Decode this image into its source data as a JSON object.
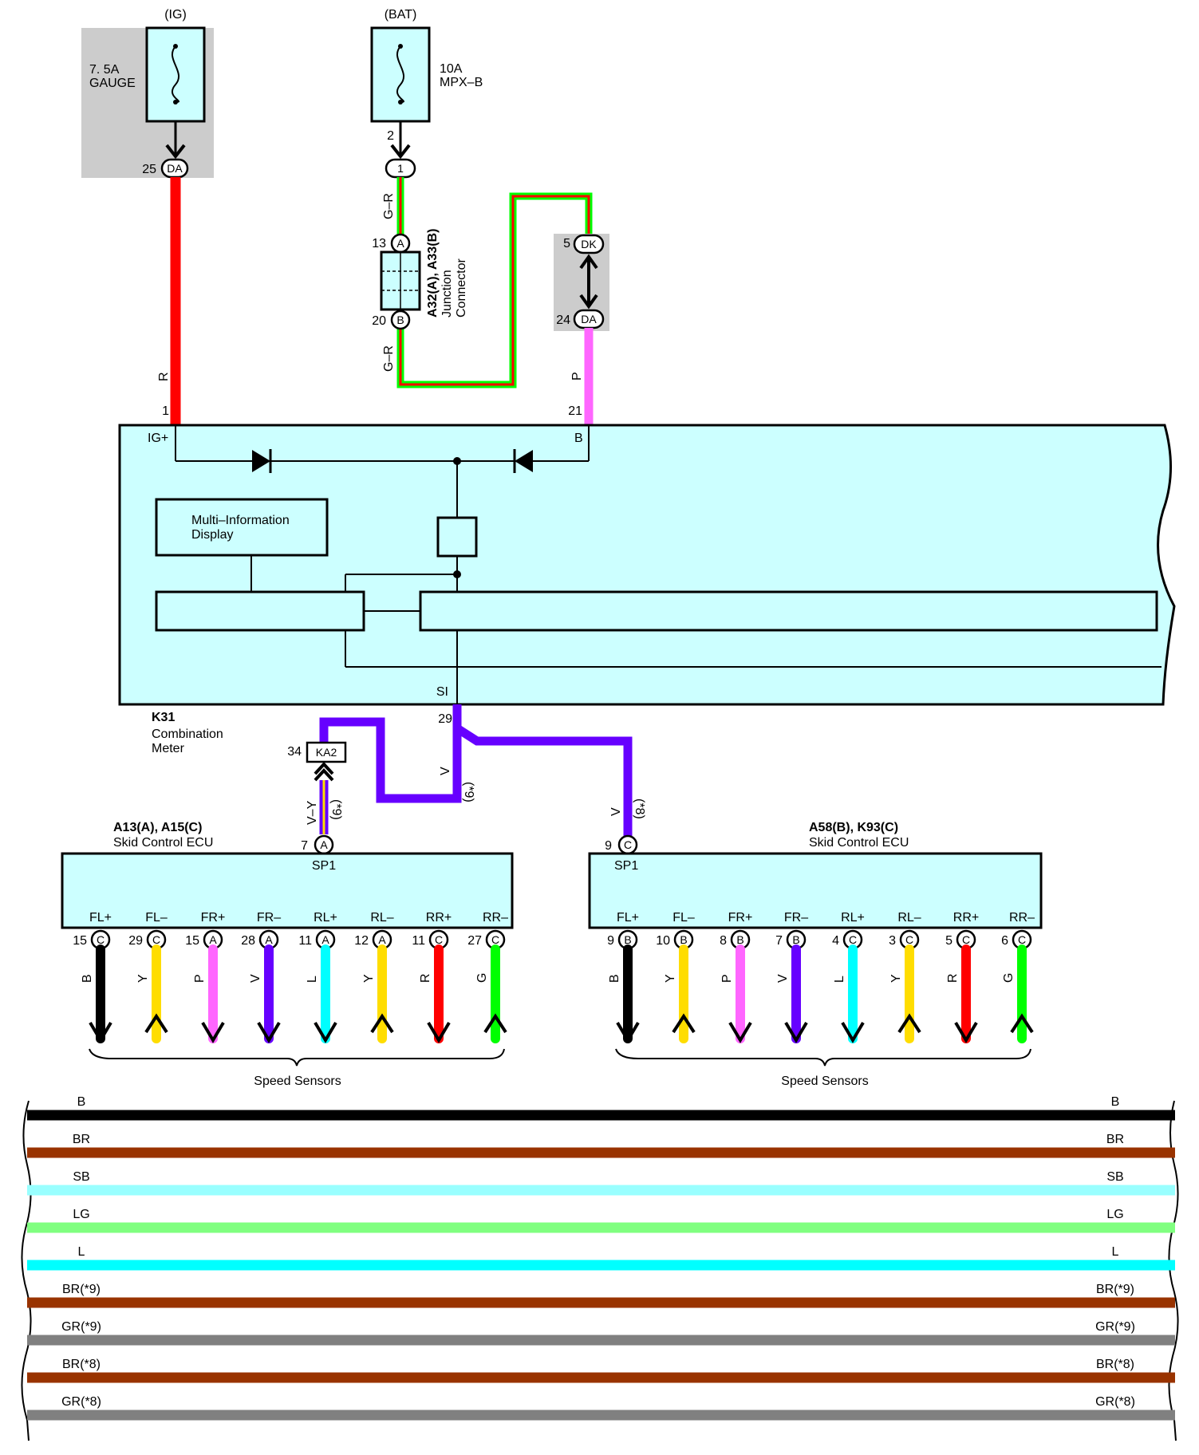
{
  "power": {
    "ig_label": "(IG)",
    "bat_label": "(BAT)",
    "fuse1_amp": "7. 5A",
    "fuse1_name": "GAUGE",
    "fuse2_amp": "10A",
    "fuse2_name": "MPX–B",
    "pin_25": "25",
    "conn_da": "DA",
    "pin_2": "2",
    "conn_1": "1",
    "wire_r": "R",
    "pin_1": "1",
    "wire_gr": "G–R"
  },
  "junction": {
    "pin_13": "13",
    "conn_a": "A",
    "pin_20": "20",
    "conn_b": "B",
    "id": "A32(A), A33(B)",
    "name1": "Junction",
    "name2": "Connector"
  },
  "dk": {
    "pin_5": "5",
    "conn_dk": "DK",
    "pin_24": "24",
    "conn_da": "DA",
    "wire_p": "P",
    "pin_21": "21"
  },
  "meter": {
    "ig_terminal": "IG+",
    "b_terminal": "B",
    "mid_line1": "Multi–Information",
    "mid_line2": "Display",
    "si_terminal": "SI",
    "pin_29": "29",
    "id": "K31",
    "name1": "Combination",
    "name2": "Meter"
  },
  "ka2": {
    "pin": "34",
    "name": "KA2",
    "wire_vy": "V–Y",
    "note_9": "(*9)",
    "wire_v": "V",
    "note_8": "(*8)"
  },
  "ecu_left": {
    "id": "A13(A), A15(C)",
    "name": "Skid Control ECU",
    "sp_pin": "7",
    "sp_conn": "A",
    "sp_label": "SP1",
    "terminals": [
      {
        "label": "FL+",
        "pin": "15",
        "conn": "C",
        "wire": "B"
      },
      {
        "label": "FL–",
        "pin": "29",
        "conn": "C",
        "wire": "Y"
      },
      {
        "label": "FR+",
        "pin": "15",
        "conn": "A",
        "wire": "P"
      },
      {
        "label": "FR–",
        "pin": "28",
        "conn": "A",
        "wire": "V"
      },
      {
        "label": "RL+",
        "pin": "11",
        "conn": "A",
        "wire": "L"
      },
      {
        "label": "RL–",
        "pin": "12",
        "conn": "A",
        "wire": "Y"
      },
      {
        "label": "RR+",
        "pin": "11",
        "conn": "C",
        "wire": "R"
      },
      {
        "label": "RR–",
        "pin": "27",
        "conn": "C",
        "wire": "G"
      }
    ],
    "sensors": "Speed Sensors"
  },
  "ecu_right": {
    "id": "A58(B), K93(C)",
    "name": "Skid Control ECU",
    "sp_pin": "9",
    "sp_conn": "C",
    "sp_label": "SP1",
    "terminals": [
      {
        "label": "FL+",
        "pin": "9",
        "conn": "B",
        "wire": "B"
      },
      {
        "label": "FL–",
        "pin": "10",
        "conn": "B",
        "wire": "Y"
      },
      {
        "label": "FR+",
        "pin": "8",
        "conn": "B",
        "wire": "P"
      },
      {
        "label": "FR–",
        "pin": "7",
        "conn": "B",
        "wire": "V"
      },
      {
        "label": "RL+",
        "pin": "4",
        "conn": "C",
        "wire": "L"
      },
      {
        "label": "RL–",
        "pin": "3",
        "conn": "C",
        "wire": "Y"
      },
      {
        "label": "RR+",
        "pin": "5",
        "conn": "C",
        "wire": "R"
      },
      {
        "label": "RR–",
        "pin": "6",
        "conn": "C",
        "wire": "G"
      }
    ],
    "sensors": "Speed Sensors"
  },
  "legend": [
    {
      "code": "B",
      "color": "#000000"
    },
    {
      "code": "BR",
      "color": "#993300"
    },
    {
      "code": "SB",
      "color": "#99ffff"
    },
    {
      "code": "LG",
      "color": "#80ff80"
    },
    {
      "code": "L",
      "color": "#00ffff"
    },
    {
      "code": "BR(*9)",
      "color": "#993300"
    },
    {
      "code": "GR(*9)",
      "color": "#808080"
    },
    {
      "code": "BR(*8)",
      "color": "#993300"
    },
    {
      "code": "GR(*8)",
      "color": "#808080"
    }
  ],
  "colors": {
    "component_fill": "#ccffff",
    "shade": "#cccccc",
    "red": "#ff0000",
    "green": "#00ff00",
    "pink": "#ff66ff",
    "violet": "#6600ff",
    "yellow": "#ffdd00"
  }
}
